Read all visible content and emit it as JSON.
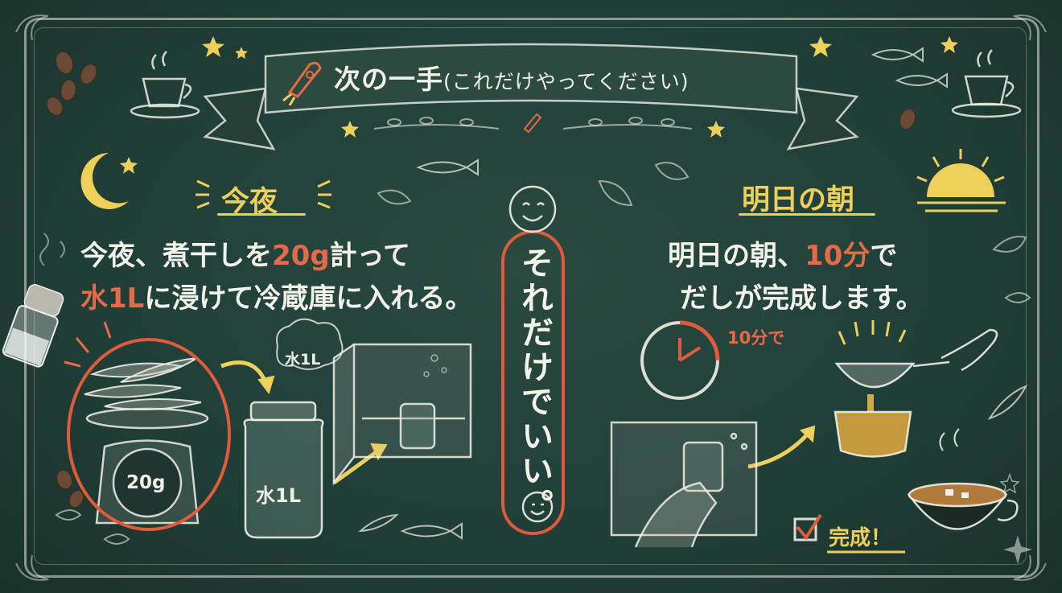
{
  "banner": {
    "title": "次の一手",
    "subtitle": "(これだけやってください)"
  },
  "tonight": {
    "heading": "今夜",
    "line1_a": "今夜、煮干しを",
    "line1_hl": "20g",
    "line1_b": "計って",
    "line2_hl": "水1L",
    "line2_b": "に浸けて冷蔵庫に入れる。",
    "bubble_label": "水1L",
    "jar_label": "水1L",
    "scale_label": "20g"
  },
  "center": {
    "vertical_text": "それだけでいい。"
  },
  "morning": {
    "heading": "明日の朝",
    "line1_a": "明日の朝、",
    "line1_hl": "10分",
    "line1_b": "で",
    "line2": "だしが完成します。",
    "timer_label": "10分で",
    "done_label": "完成！"
  },
  "colors": {
    "board": "#1f3a32",
    "chalk": "#f2f1e8",
    "yellow": "#ecd05a",
    "red": "#e66a47"
  },
  "icons": [
    "rocket-icon",
    "moon-icon",
    "star-icon",
    "sun-icon",
    "coffee-cup-icon",
    "fish-icon",
    "coffee-bean-icon",
    "leaf-icon",
    "salt-shaker-icon",
    "scale-icon",
    "jar-icon",
    "fridge-icon",
    "clock-icon",
    "strainer-icon",
    "bowl-icon",
    "miso-soup-icon",
    "checkbox-icon",
    "smiley-icon",
    "arrow-icon",
    "sparkle-icon"
  ]
}
